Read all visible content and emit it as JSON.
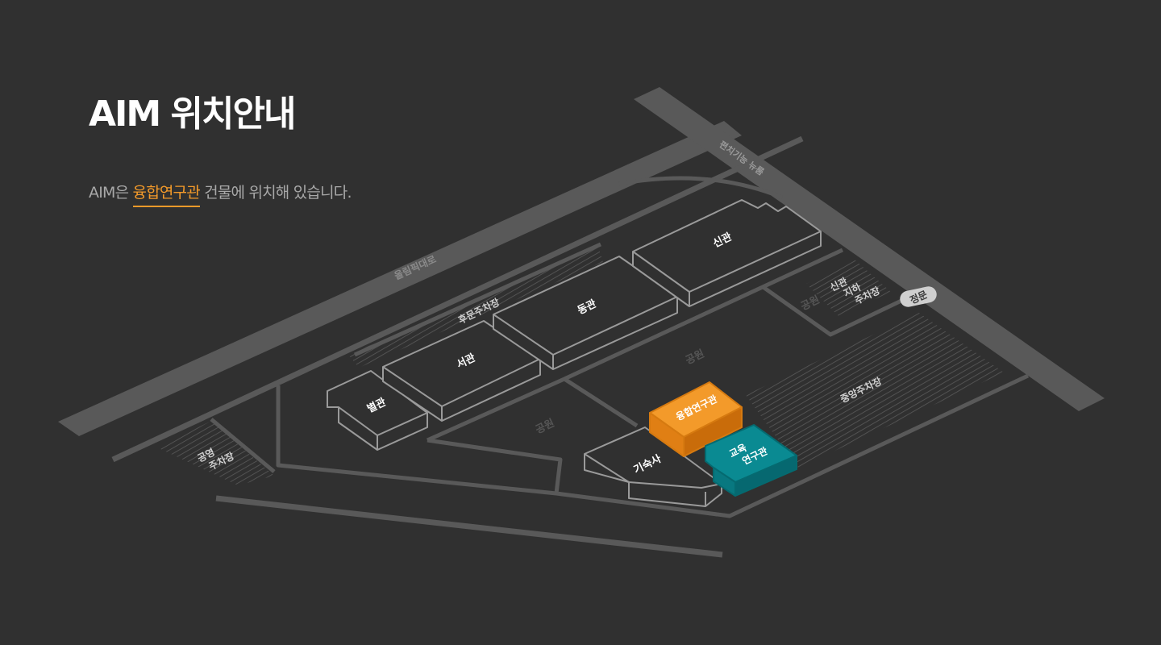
{
  "header": {
    "title": "AIM 위치안내",
    "desc_prefix": "AIM은 ",
    "desc_highlight": "융합연구관",
    "desc_suffix": " 건물에 위치해 있습니다."
  },
  "colors": {
    "background": "#303030",
    "road": "#595959",
    "building_outline": "#9a9a9a",
    "highlight_orange": "#f39a2a",
    "highlight_teal": "#0a8a92"
  },
  "map": {
    "roads": {
      "main": "올림픽대로",
      "cross": "편치기능 뉴룸",
      "gate": "정문"
    },
    "buildings": {
      "byeolgwan": "별관",
      "seogwan": "서관",
      "donggwan": "동관",
      "singwan": "신관",
      "gisuksa": "기숙사",
      "yunghap": "융합연구관",
      "education_line1": "교육",
      "education_line2": "연구관"
    },
    "parking": {
      "back": "후문주차장",
      "central": "중앙주차장",
      "public_line1": "공영",
      "public_line2": "주차장",
      "underground_line1": "신관",
      "underground_line2": "지하",
      "underground_line3": "주차장"
    },
    "parks": {
      "park1": "공원",
      "park2": "공원",
      "park3": "공원"
    }
  }
}
